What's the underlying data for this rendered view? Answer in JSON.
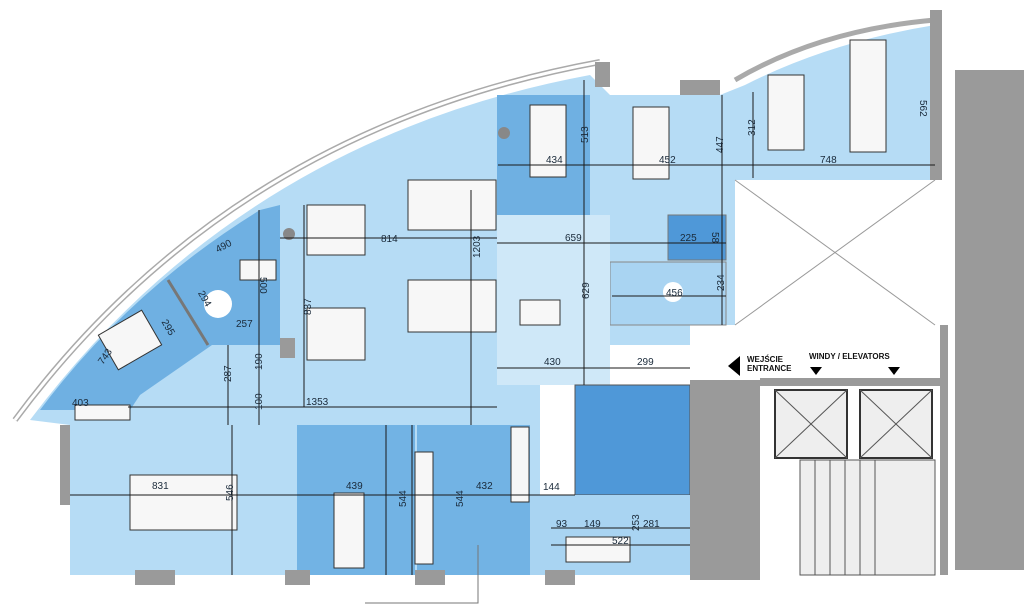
{
  "colors": {
    "light": "#b6dcf5",
    "medium": "#72b3e4",
    "dark": "#4f98d8",
    "wall": "#9a9a9a"
  },
  "labels": {
    "entrance_pl": "WEJŚCIE",
    "entrance_en": "ENTRANCE",
    "elevators": "WINDY / ELEVATORS"
  },
  "dimensions": [
    "490",
    "500",
    "294",
    "295",
    "257",
    "743",
    "403",
    "837",
    "814",
    "1203",
    "190",
    "287",
    "100",
    "1353",
    "434",
    "513",
    "452",
    "447",
    "312",
    "748",
    "562",
    "659",
    "225",
    "58",
    "629",
    "456",
    "234",
    "430",
    "299",
    "831",
    "546",
    "439",
    "544",
    "544",
    "432",
    "144",
    "93",
    "149",
    "281",
    "522",
    "253"
  ]
}
